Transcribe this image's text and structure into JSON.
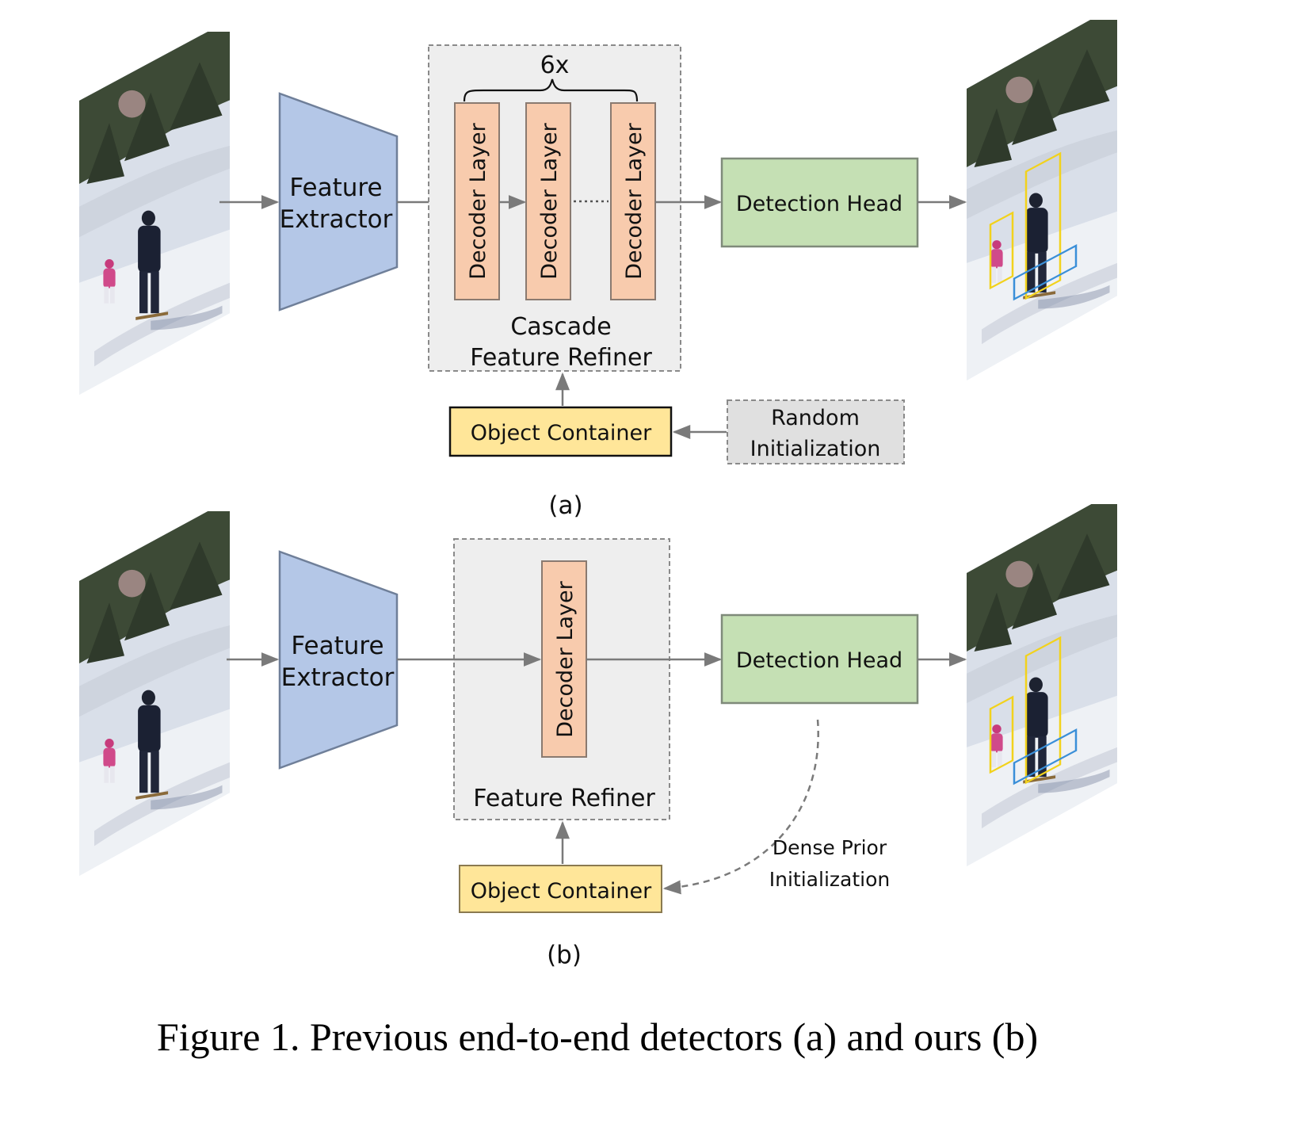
{
  "panel_a": {
    "feature_extractor": [
      "Feature",
      "Extractor"
    ],
    "repeat_label": "6x",
    "decoder_label": "Decoder Layer",
    "refiner_label": [
      "Cascade",
      "Feature Refiner"
    ],
    "detection_head": "Detection Head",
    "object_container": "Object Container",
    "init_label": [
      "Random",
      "Initialization"
    ],
    "caption": "(a)"
  },
  "panel_b": {
    "feature_extractor": [
      "Feature",
      "Extractor"
    ],
    "decoder_label": "Decoder Layer",
    "refiner_label": "Feature Refiner",
    "detection_head": "Detection Head",
    "object_container": "Object Container",
    "init_label": [
      "Dense Prior",
      "Initialization"
    ],
    "caption": "(b)"
  },
  "figure_caption": "Figure 1. Previous end-to-end detectors (a) and ours (b)",
  "colors": {
    "feature_extractor": "#b4c7e7",
    "decoder_layer": "#f8cbad",
    "detection_head": "#c5e0b4",
    "object_container": "#ffe699",
    "refiner_bg": "#eeeeee",
    "random_init_bg": "#e0e0e0",
    "snow": "#e9edf3",
    "person_box": "#f2d21c",
    "ski_box": "#3a8fd8"
  }
}
